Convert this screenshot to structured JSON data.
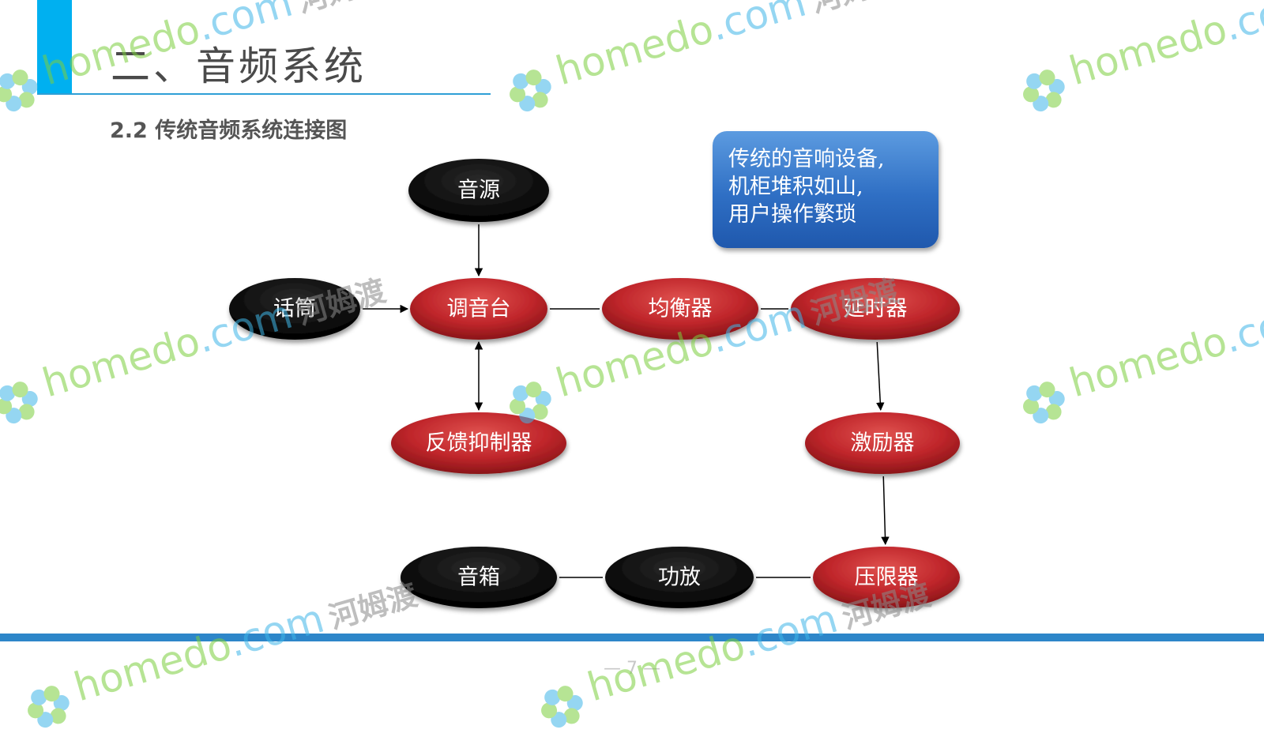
{
  "header": {
    "title": "二、音频系统",
    "subtitle": "2.2 传统音频系统连接图"
  },
  "nodes": [
    {
      "id": "source",
      "label": "音源",
      "color": "black"
    },
    {
      "id": "microphone",
      "label": "话筒",
      "color": "black"
    },
    {
      "id": "mixer",
      "label": "调音台",
      "color": "red"
    },
    {
      "id": "equalizer",
      "label": "均衡器",
      "color": "red"
    },
    {
      "id": "delay",
      "label": "延时器",
      "color": "red"
    },
    {
      "id": "feedback-suppressor",
      "label": "反馈抑制器",
      "color": "red"
    },
    {
      "id": "exciter",
      "label": "激励器",
      "color": "red"
    },
    {
      "id": "limiter",
      "label": "压限器",
      "color": "red"
    },
    {
      "id": "amplifier",
      "label": "功放",
      "color": "black"
    },
    {
      "id": "speaker",
      "label": "音箱",
      "color": "black"
    }
  ],
  "edges": [
    {
      "from": "source",
      "to": "mixer",
      "arrow": "end"
    },
    {
      "from": "microphone",
      "to": "mixer",
      "arrow": "end"
    },
    {
      "from": "mixer",
      "to": "equalizer",
      "arrow": "none"
    },
    {
      "from": "equalizer",
      "to": "delay",
      "arrow": "none"
    },
    {
      "from": "mixer",
      "to": "feedback-suppressor",
      "arrow": "both"
    },
    {
      "from": "delay",
      "to": "exciter",
      "arrow": "end"
    },
    {
      "from": "exciter",
      "to": "limiter",
      "arrow": "end"
    },
    {
      "from": "limiter",
      "to": "amplifier",
      "arrow": "none"
    },
    {
      "from": "amplifier",
      "to": "speaker",
      "arrow": "none"
    }
  ],
  "callout": {
    "lines": [
      "传统的音响设备,",
      "机柜堆积如山,",
      "用户操作繁琐"
    ]
  },
  "footer": {
    "page_number": "— 7 —"
  },
  "watermark": {
    "brand": "homedo",
    "domain": ".com",
    "chinese": "河姆渡"
  },
  "colors": {
    "accent": "#00b0f0",
    "title_rule": "#2e9fd6",
    "footer_rule": "#2d86c9",
    "node_black": "#0d0d0d",
    "node_red": "#c0262b",
    "callout_blue": "#2f6fc4",
    "watermark_green": "#7ccf3e",
    "watermark_blue": "#3fb6e8"
  }
}
